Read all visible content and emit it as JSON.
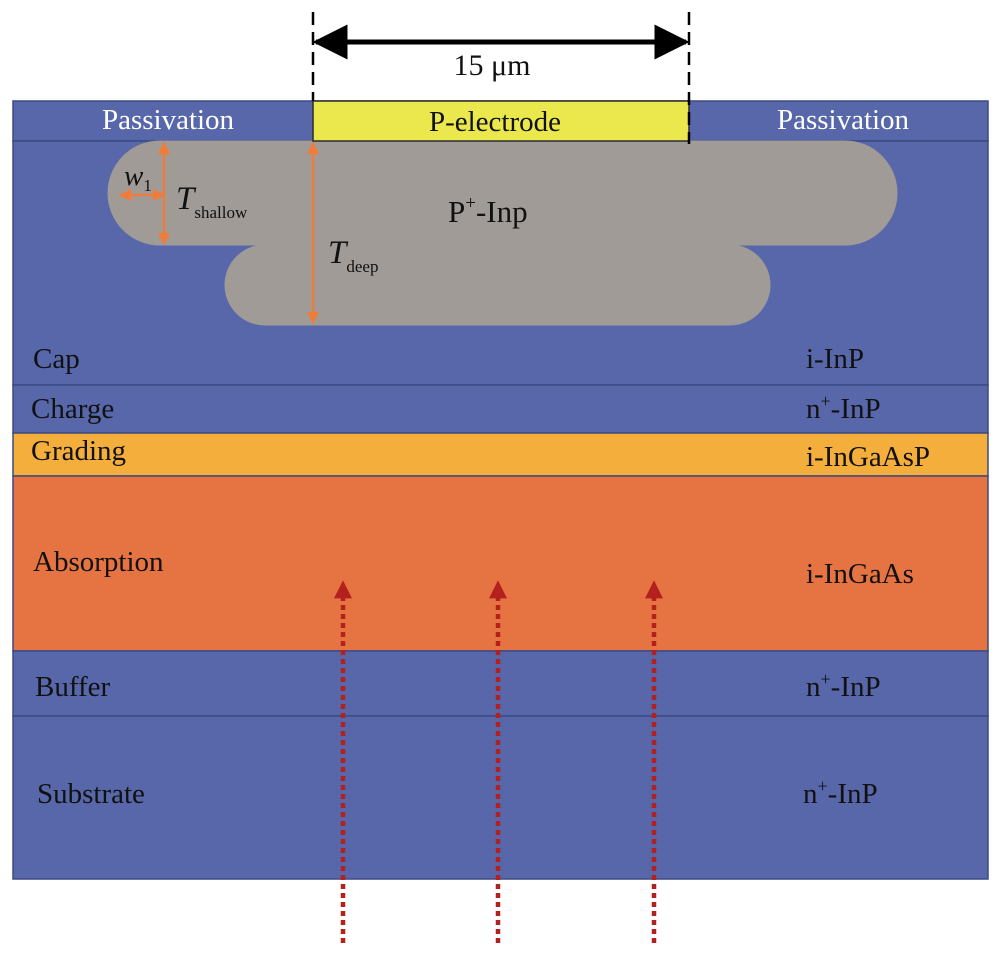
{
  "dimension": {
    "label": "15 μm"
  },
  "passivation": {
    "left": "Passivation",
    "right": "Passivation"
  },
  "electrode": {
    "label": "P-electrode"
  },
  "diffusion": {
    "label_main": "P",
    "label_sup": "+",
    "label_rest": "-Inp",
    "w1": {
      "main": "w",
      "sub": "1"
    },
    "t_shallow": {
      "main": "T",
      "sub": "shallow"
    },
    "t_deep": {
      "main": "T",
      "sub": "deep"
    }
  },
  "layers": [
    {
      "name": "Cap",
      "material_pre": "i-InP",
      "material_sup": "",
      "material_post": ""
    },
    {
      "name": "Charge",
      "material_pre": "n",
      "material_sup": "+",
      "material_post": "-InP"
    },
    {
      "name": "Grading",
      "material_pre": "i-InGaAsP",
      "material_sup": "",
      "material_post": ""
    },
    {
      "name": "Absorption",
      "material_pre": "i-InGaAs",
      "material_sup": "",
      "material_post": ""
    },
    {
      "name": "Buffer",
      "material_pre": "n",
      "material_sup": "+",
      "material_post": "-InP"
    },
    {
      "name": "Substrate",
      "material_pre": "n",
      "material_sup": "+",
      "material_post": "-InP"
    }
  ],
  "colors": {
    "layer_blue": "#5767a9",
    "grading_orange": "#f4ae3b",
    "absorption_orange": "#e57442",
    "electrode_yellow": "#ebe84e",
    "diffusion_gray": "#a09b97",
    "arrow_orange": "#ee7d3c",
    "light_arrow_red": "#b3201d"
  }
}
